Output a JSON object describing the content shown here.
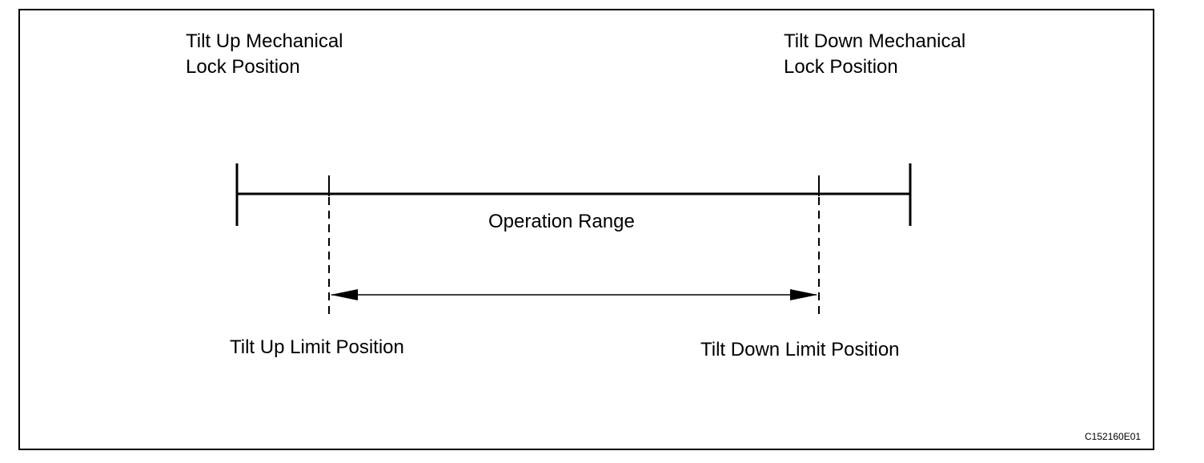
{
  "labels": {
    "tilt_up_mechanical_lock": [
      "Tilt Up Mechanical",
      "Lock Position"
    ],
    "tilt_down_mechanical_lock": [
      "Tilt Down Mechanical",
      "Lock Position"
    ],
    "operation_range": "Operation Range",
    "tilt_up_limit": "Tilt Up Limit Position",
    "tilt_down_limit": "Tilt Down Limit Position",
    "figure_code": "C152160E01"
  },
  "colors": {
    "line": "#000000",
    "background": "#ffffff"
  }
}
